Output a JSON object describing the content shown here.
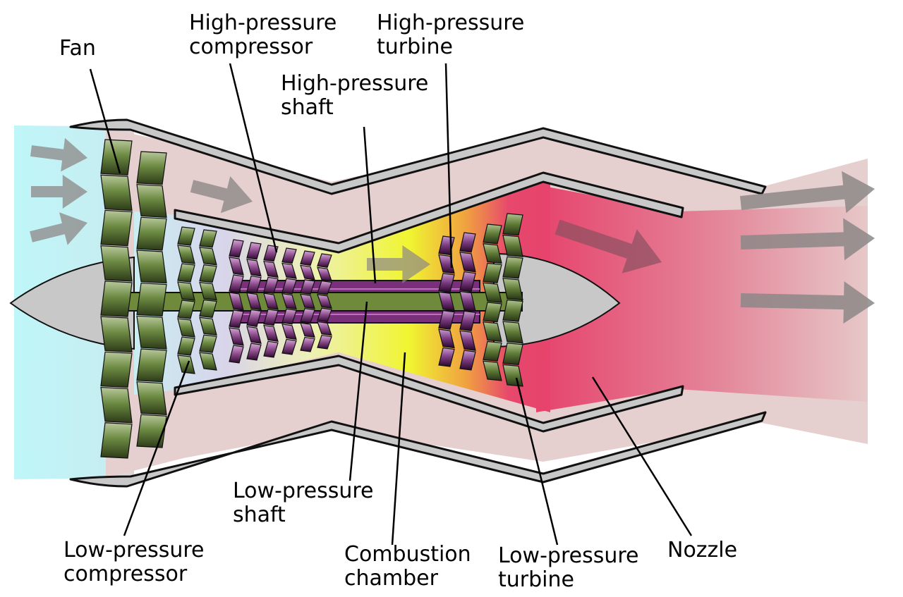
{
  "labels": {
    "fan": {
      "lines": [
        "Fan"
      ]
    },
    "hp_compressor": {
      "lines": [
        "High-pressure",
        "compressor"
      ]
    },
    "hp_turbine": {
      "lines": [
        "High-pressure",
        "turbine"
      ]
    },
    "hp_shaft": {
      "lines": [
        "High-pressure",
        "shaft"
      ]
    },
    "lp_shaft": {
      "lines": [
        "Low-pressure",
        "shaft"
      ]
    },
    "lp_compressor": {
      "lines": [
        "Low-pressure",
        "compressor"
      ]
    },
    "combustion": {
      "lines": [
        "Combustion",
        "chamber"
      ]
    },
    "lp_turbine": {
      "lines": [
        "Low-pressure",
        "turbine"
      ]
    },
    "nozzle": {
      "lines": [
        "Nozzle"
      ]
    }
  },
  "colors": {
    "intake_air": "#bff6f8",
    "bypass_air": "#e6cfcf",
    "casing_fill": "#c8c8c8",
    "casing_stroke": "#111111",
    "spinner": "#c8c8c8",
    "shaft_lp": "#6e8a3a",
    "shaft_hp": "#7a2f7a",
    "combustion": "#eef83a",
    "exhaust": "#e6436c",
    "arrow": "#8d8787",
    "fan_blade_top": "#b6c79a",
    "fan_blade_bottom": "#2f3f1b",
    "hpc_blade_top": "#d39ed3",
    "hpc_blade_bottom": "#3a0e3a"
  }
}
